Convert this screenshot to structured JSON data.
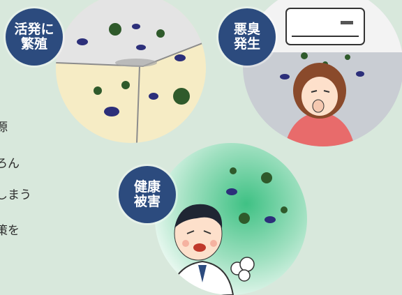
{
  "side_text": [
    "源",
    "ろん",
    "しまう",
    "策を"
  ],
  "badges": {
    "mold": [
      "活発に",
      "繁殖"
    ],
    "odor": [
      "悪臭",
      "発生"
    ],
    "health": [
      "健康",
      "被害"
    ]
  },
  "colors": {
    "background": "#d8e8dc",
    "badge": "#2c4b7e",
    "wall": "#f6ecc5",
    "ceiling": "#e4e4e4",
    "odor_bg": "#c9cdd3",
    "health_bg": "#3fc184"
  }
}
